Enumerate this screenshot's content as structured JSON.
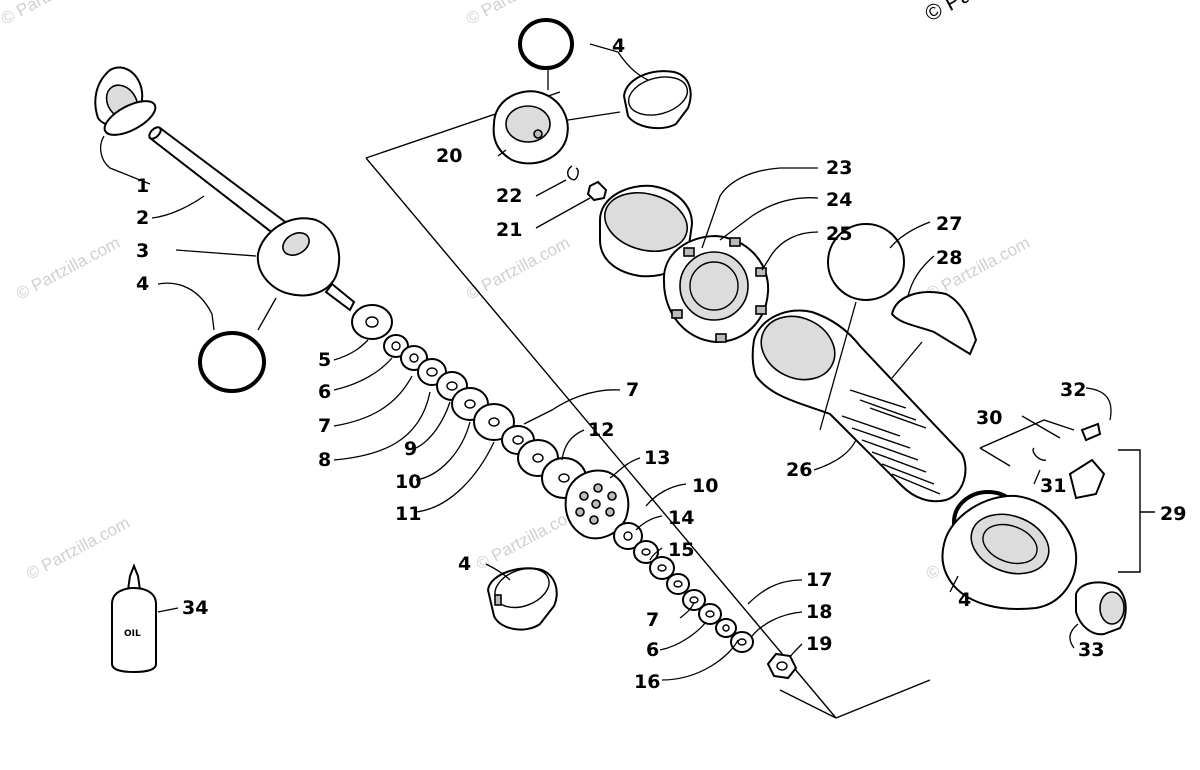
{
  "copyright": "© Pa",
  "watermark_text": "© Partzilla.com",
  "oil_label": "OIL",
  "callouts": [
    {
      "id": "c1",
      "text": "1"
    },
    {
      "id": "c2",
      "text": "2"
    },
    {
      "id": "c3",
      "text": "3"
    },
    {
      "id": "c4a",
      "text": "4"
    },
    {
      "id": "c5",
      "text": "5"
    },
    {
      "id": "c6a",
      "text": "6"
    },
    {
      "id": "c7a",
      "text": "7"
    },
    {
      "id": "c8",
      "text": "8"
    },
    {
      "id": "c9",
      "text": "9"
    },
    {
      "id": "c10a",
      "text": "10"
    },
    {
      "id": "c11",
      "text": "11"
    },
    {
      "id": "c4b",
      "text": "4"
    },
    {
      "id": "c20",
      "text": "20"
    },
    {
      "id": "c22",
      "text": "22"
    },
    {
      "id": "c21",
      "text": "21"
    },
    {
      "id": "c23",
      "text": "23"
    },
    {
      "id": "c24",
      "text": "24"
    },
    {
      "id": "c25",
      "text": "25"
    },
    {
      "id": "c7b",
      "text": "7"
    },
    {
      "id": "c12",
      "text": "12"
    },
    {
      "id": "c13",
      "text": "13"
    },
    {
      "id": "c10b",
      "text": "10"
    },
    {
      "id": "c14",
      "text": "14"
    },
    {
      "id": "c15",
      "text": "15"
    },
    {
      "id": "c4c",
      "text": "4"
    },
    {
      "id": "c17",
      "text": "17"
    },
    {
      "id": "c7c",
      "text": "7"
    },
    {
      "id": "c18",
      "text": "18"
    },
    {
      "id": "c6b",
      "text": "6"
    },
    {
      "id": "c19",
      "text": "19"
    },
    {
      "id": "c16",
      "text": "16"
    },
    {
      "id": "c27",
      "text": "27"
    },
    {
      "id": "c28",
      "text": "28"
    },
    {
      "id": "c26",
      "text": "26"
    },
    {
      "id": "c30",
      "text": "30"
    },
    {
      "id": "c32",
      "text": "32"
    },
    {
      "id": "c31",
      "text": "31"
    },
    {
      "id": "c29",
      "text": "29"
    },
    {
      "id": "c4d",
      "text": "4"
    },
    {
      "id": "c33",
      "text": "33"
    },
    {
      "id": "c34",
      "text": "34"
    }
  ]
}
